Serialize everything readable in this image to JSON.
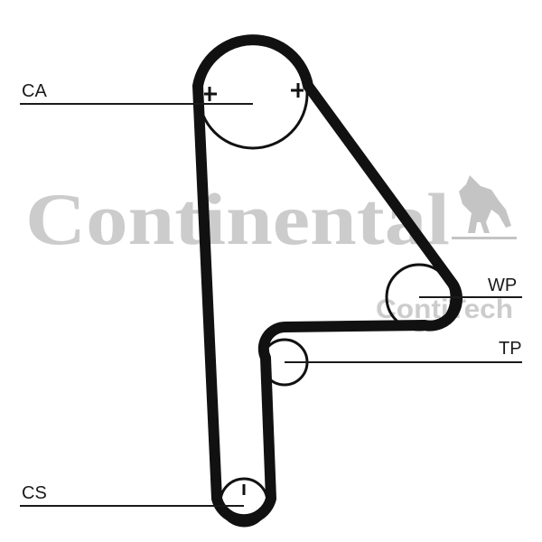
{
  "diagram": {
    "labels": {
      "ca": "CA",
      "wp": "WP",
      "tp": "TP",
      "cs": "CS"
    }
  },
  "watermark": {
    "brand": "Continental",
    "sub": "ContiTech",
    "color": "#c9c9c9",
    "icon": "horse-icon"
  },
  "colors": {
    "belt": "#111111",
    "line": "#1a1a1a",
    "background": "#ffffff"
  }
}
